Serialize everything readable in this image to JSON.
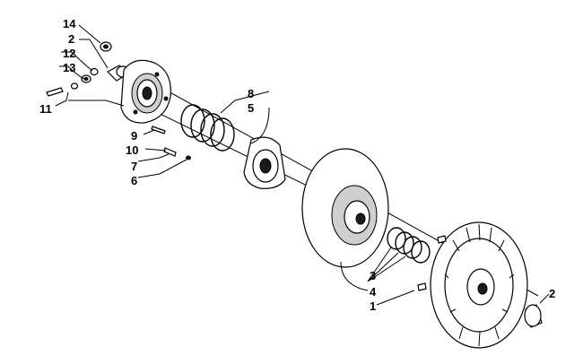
{
  "callouts": {
    "c14": "14",
    "c2_top": "2",
    "c12": "12",
    "c13": "13",
    "c11": "11",
    "c8": "8",
    "c5": "5",
    "c9": "9",
    "c10": "10",
    "c7": "7",
    "c6": "6",
    "c3": "3",
    "c4": "4",
    "c1": "1",
    "c2_right": "2"
  }
}
